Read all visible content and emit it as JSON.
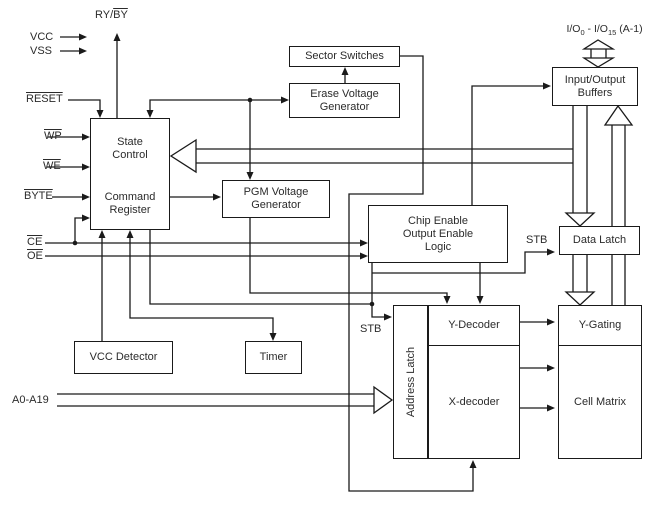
{
  "blocks": {
    "state_control": "State\nControl",
    "command_register": "Command\nRegister",
    "sector_switches": "Sector Switches",
    "erase_voltage_generator": "Erase Voltage\nGenerator",
    "pgm_voltage_generator": "PGM Voltage\nGenerator",
    "chip_enable_logic": "Chip Enable\nOutput Enable\nLogic",
    "io_buffers": "Input/Output\nBuffers",
    "data_latch": "Data Latch",
    "vcc_detector": "VCC Detector",
    "timer": "Timer",
    "address_latch": "Address Latch",
    "y_decoder": "Y-Decoder",
    "x_decoder": "X-decoder",
    "y_gating": "Y-Gating",
    "cell_matrix": "Cell Matrix"
  },
  "signals": {
    "vcc": "VCC",
    "vss": "VSS",
    "reset": "RESET",
    "wp": "WP",
    "we": "WE",
    "byte": "BYTE",
    "ce": "CE",
    "oe": "OE",
    "ry_by_plain": "RY/",
    "ry_by_overline": "BY",
    "address_bus": "A0-A19",
    "stb_address_latch": "STB",
    "stb_data_latch": "STB",
    "io_bus_pre": "I/O",
    "io_bus_sub_low": "0",
    "io_bus_mid": " - I/O",
    "io_bus_sub_high": "15",
    "io_bus_post": " (A-1)"
  },
  "colors": {
    "line": "#1a1a1a",
    "text": "#2b2b2b",
    "background": "#ffffff"
  }
}
